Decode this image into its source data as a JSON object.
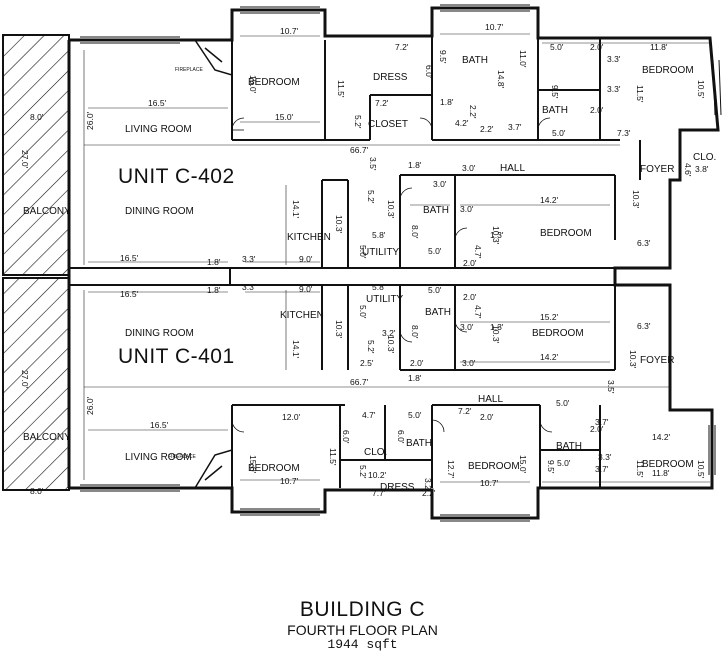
{
  "building_title": "BUILDING C",
  "plan_subtitle": "FOURTH FLOOR PLAN",
  "area": "1944 sqft",
  "units": [
    {
      "name": "UNIT C-402",
      "rooms": {
        "living": "LIVING ROOM",
        "dining": "DINING ROOM",
        "kitchen": "KITCHEN",
        "utility": "UTILITY",
        "balcony": "BALCONY",
        "bedroom_a": "BEDROOM",
        "bedroom_b": "BEDROOM",
        "bedroom_c": "BEDROOM",
        "bath_a": "BATH",
        "bath_b": "BATH",
        "bath_c": "BATH",
        "dress": "DRESS",
        "closet": "CLOSET",
        "foyer": "FOYER",
        "clo": "CLO.",
        "hall": "HALL",
        "fireplace": "FIREPLACE"
      },
      "dims": [
        "10.7'",
        "7.2'",
        "10.7'",
        "11.8'",
        "5.0'",
        "2.0'",
        "15.0'",
        "11.5'",
        "6.0'",
        "9.5'",
        "11.0'",
        "14.8'",
        "1.8'",
        "3.3'",
        "9.5'",
        "3.3'",
        "10.5'",
        "11.5'",
        "7.2'",
        "2.2'",
        "5.2'",
        "4.2'",
        "2.2'",
        "3.7'",
        "2.0'",
        "16.5'",
        "8.0'",
        "15.0'",
        "26.0'",
        "5.0'",
        "7.3'",
        "66.7'",
        "3.5'",
        "1.8'",
        "3.0'",
        "3.0'",
        "3.8'",
        "4.6'",
        "27.0'",
        "14.1'",
        "5.2'",
        "10.3'",
        "10.3'",
        "3.0'",
        "14.2'",
        "10.3'",
        "6.3'",
        "10.3'",
        "5.8'",
        "8.0'",
        "1.3'",
        "16.5'",
        "1.8'",
        "3.3'",
        "9.0'",
        "5.0'",
        "5.0'",
        "2.0'",
        "4.7'"
      ]
    },
    {
      "name": "UNIT C-401",
      "rooms": {
        "living": "LIVING ROOM",
        "dining": "DINING ROOM",
        "kitchen": "KITCHEN",
        "utility": "UTILITY",
        "balcony": "BALCONY",
        "bedroom_a": "BEDROOM",
        "bedroom_b": "BEDROOM",
        "bedroom_c": "BEDROOM",
        "bedroom_d": "BEDROOM",
        "bath_a": "BATH",
        "bath_b": "BATH",
        "bath_c": "BATH",
        "dress": "DRESS",
        "clo": "CLO.",
        "foyer": "FOYER",
        "hall": "HALL",
        "fireplace": "FIREPLACE"
      },
      "dims": [
        "16.5'",
        "1.8'",
        "3.3'",
        "9.0'",
        "5.8'",
        "5.0'",
        "2.0'",
        "15.2'",
        "6.3'",
        "10.3'",
        "10.3'",
        "5.0'",
        "8.0'",
        "4.7'",
        "3.0'",
        "1.3'",
        "3.2'",
        "10.3'",
        "14.1'",
        "5.2'",
        "2.5'",
        "2.0'",
        "1.8'",
        "3.0'",
        "14.2'",
        "10.3'",
        "3.5'",
        "66.7'",
        "26.0'",
        "27.0'",
        "16.5'",
        "12.0'",
        "4.7'",
        "5.0'",
        "7.2'",
        "2.0'",
        "5.0'",
        "3.7'",
        "14.2'",
        "6.0'",
        "6.0'",
        "11.5'",
        "15.0'",
        "12.7'",
        "15.0'",
        "9.5'",
        "3.3'",
        "11.5'",
        "10.5'",
        "10.2'",
        "7.7'",
        "2.2'",
        "5.2'",
        "3.2'",
        "5.0'",
        "3.7'",
        "10.7'",
        "10.7'",
        "11.8'",
        "8.0'",
        "2.0'"
      ]
    }
  ]
}
